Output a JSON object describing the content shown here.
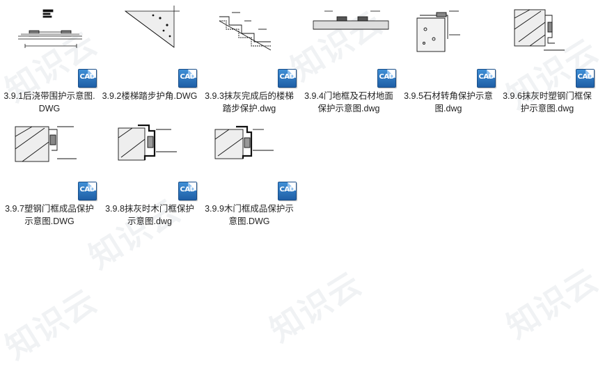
{
  "watermark": "知识云",
  "files": [
    {
      "name": "3.9.1后浇带围护示意图.DWG",
      "type_badge": "CAD",
      "icon": "cad-file-icon"
    },
    {
      "name": "3.9.2楼梯踏步护角.DWG",
      "type_badge": "CAD",
      "icon": "cad-file-icon"
    },
    {
      "name": "3.9.3抹灰完成后的楼梯踏步保护.dwg",
      "type_badge": "CAD",
      "icon": "cad-file-icon"
    },
    {
      "name": "3.9.4门地框及石材地面保护示意图.dwg",
      "type_badge": "CAD",
      "icon": "cad-file-icon"
    },
    {
      "name": "3.9.5石材转角保护示意图.dwg",
      "type_badge": "CAD",
      "icon": "cad-file-icon"
    },
    {
      "name": "3.9.6抹灰时塑钢门框保护示意图.dwg",
      "type_badge": "CAD",
      "icon": "cad-file-icon"
    },
    {
      "name": "3.9.7塑钢门框成品保护示意图.DWG",
      "type_badge": "CAD",
      "icon": "cad-file-icon"
    },
    {
      "name": "3.9.8抹灰时木门框保护示意图.dwg",
      "type_badge": "CAD",
      "icon": "cad-file-icon"
    },
    {
      "name": "3.9.9木门框成品保护示意图.DWG",
      "type_badge": "CAD",
      "icon": "cad-file-icon"
    }
  ]
}
